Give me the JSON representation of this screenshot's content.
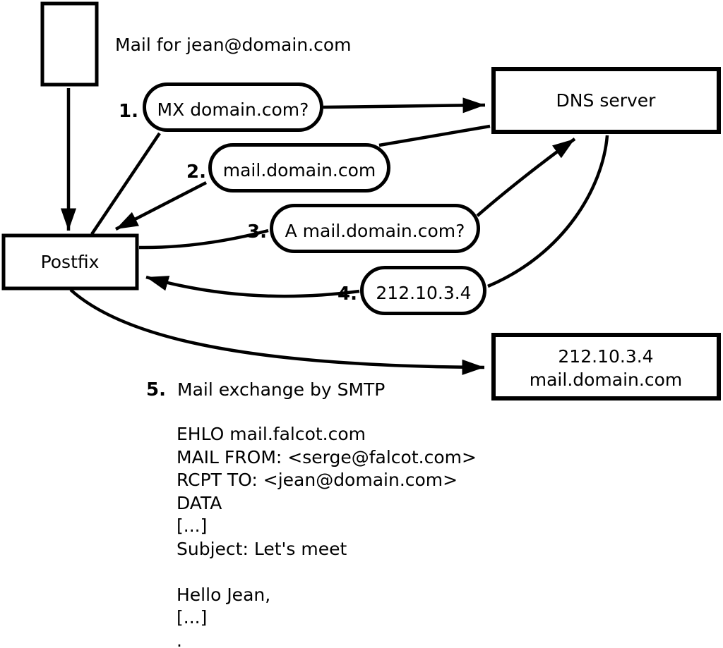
{
  "diagram_title": "Mail for jean@domain.com",
  "nodes": {
    "postfix": "Postfix",
    "dns_server": "DNS server",
    "mail_server": {
      "line1": "212.10.3.4",
      "line2": "mail.domain.com"
    }
  },
  "steps": [
    {
      "number": "1.",
      "label": "MX domain.com?"
    },
    {
      "number": "2.",
      "label": "mail.domain.com"
    },
    {
      "number": "3.",
      "label": "A mail.domain.com?"
    },
    {
      "number": "4.",
      "label": "212.10.3.4"
    },
    {
      "number": "5.",
      "label": "Mail exchange by SMTP"
    }
  ],
  "smtp_session": {
    "lines": [
      "EHLO mail.falcot.com",
      "MAIL FROM: <serge@falcot.com>",
      "RCPT TO: <jean@domain.com>",
      "DATA",
      "[...]",
      "Subject: Let's meet",
      "",
      "Hello Jean,",
      "[...]",
      "."
    ]
  },
  "colors": {
    "stroke": "#000000",
    "background": "#ffffff"
  }
}
